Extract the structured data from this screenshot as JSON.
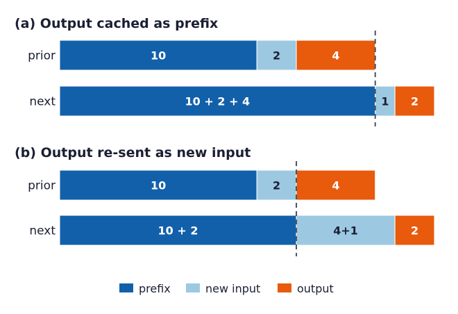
{
  "colors": {
    "prefix": "#1260aa",
    "new_input": "#9dc8e2",
    "output": "#e85a0c",
    "text_dark": "#1a1f33",
    "divider": "#4a5161"
  },
  "chart_data": [
    {
      "type": "bar",
      "orientation": "horizontal-stacked",
      "title": "(a) Output cached as prefix",
      "categories": [
        "prior",
        "next"
      ],
      "xlim": [
        0,
        19
      ],
      "rows": [
        {
          "label": "prior",
          "segments": [
            {
              "kind": "prefix",
              "value": 10,
              "text": "10"
            },
            {
              "kind": "new_input",
              "value": 2,
              "text": "2"
            },
            {
              "kind": "output",
              "value": 4,
              "text": "4"
            }
          ]
        },
        {
          "label": "next",
          "segments": [
            {
              "kind": "prefix",
              "value": 16,
              "text": "10 + 2 + 4"
            },
            {
              "kind": "new_input",
              "value": 1,
              "text": "1"
            },
            {
              "kind": "output",
              "value": 2,
              "text": "2"
            }
          ]
        }
      ],
      "divider_at": 16
    },
    {
      "type": "bar",
      "orientation": "horizontal-stacked",
      "title": "(b) Output re-sent as new input",
      "categories": [
        "prior",
        "next"
      ],
      "xlim": [
        0,
        19
      ],
      "rows": [
        {
          "label": "prior",
          "segments": [
            {
              "kind": "prefix",
              "value": 10,
              "text": "10"
            },
            {
              "kind": "new_input",
              "value": 2,
              "text": "2"
            },
            {
              "kind": "output",
              "value": 4,
              "text": "4"
            }
          ]
        },
        {
          "label": "next",
          "segments": [
            {
              "kind": "prefix",
              "value": 12,
              "text": "10 + 2"
            },
            {
              "kind": "new_input",
              "value": 5,
              "text": "4+1"
            },
            {
              "kind": "output",
              "value": 2,
              "text": "2"
            }
          ]
        }
      ],
      "divider_at": 12
    }
  ],
  "legend": {
    "position": "bottom-center",
    "items": [
      {
        "kind": "prefix",
        "label": "prefix"
      },
      {
        "kind": "new_input",
        "label": "new input"
      },
      {
        "kind": "output",
        "label": "output"
      }
    ]
  }
}
